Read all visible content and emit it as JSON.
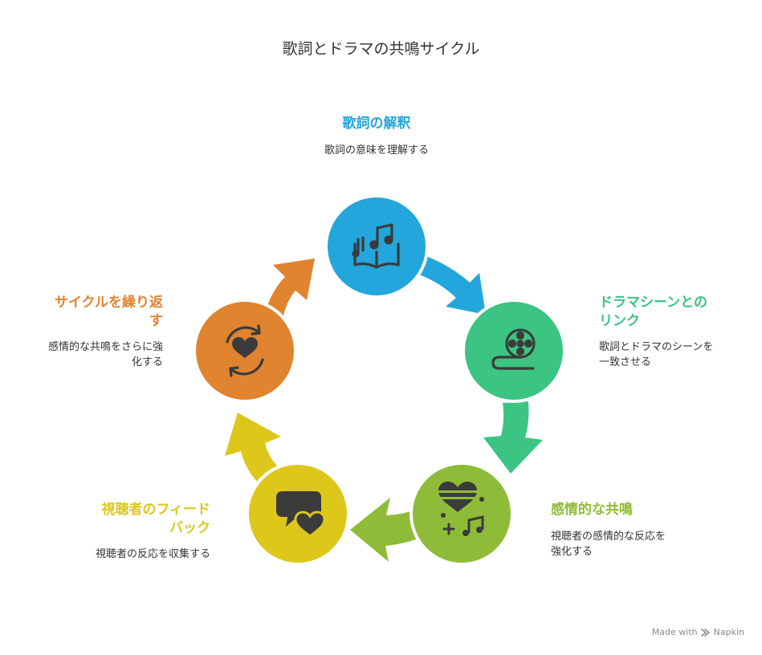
{
  "title": "歌詞とドラマの共鳴サイクル",
  "steps": [
    {
      "title": "歌詞の解釈",
      "description": "歌詞の意味を理解する",
      "color": "#22a6dc",
      "icon": "music-book-icon"
    },
    {
      "title": "ドラマシーンとのリンク",
      "title_line1": "ドラマシーンとの",
      "title_line2": "リンク",
      "description": "歌詞とドラマのシーンを一致させる",
      "description_line1": "歌詞とドラマのシーンを",
      "description_line2": "一致させる",
      "color": "#3cc483",
      "icon": "film-reel-icon"
    },
    {
      "title": "感情的な共鳴",
      "description": "視聴者の感情的な反応を強化する",
      "description_line1": "視聴者の感情的な反応を",
      "description_line2": "強化する",
      "color": "#8fbc38",
      "icon": "heart-music-icon"
    },
    {
      "title": "視聴者のフィードバック",
      "title_line1": "視聴者のフィード",
      "title_line2": "バック",
      "description": "視聴者の反応を収集する",
      "color": "#ddc71b",
      "icon": "chat-heart-icon"
    },
    {
      "title": "サイクルを繰り返す",
      "title_line1": "サイクルを繰り返",
      "title_line2": "す",
      "description": "感情的な共鳴をさらに強化する",
      "description_line1": "感情的な共鳴をさらに強",
      "description_line2": "化する",
      "color": "#e08430",
      "icon": "heart-cycle-icon"
    }
  ],
  "footer": {
    "text": "Made with",
    "brand": "Napkin"
  }
}
